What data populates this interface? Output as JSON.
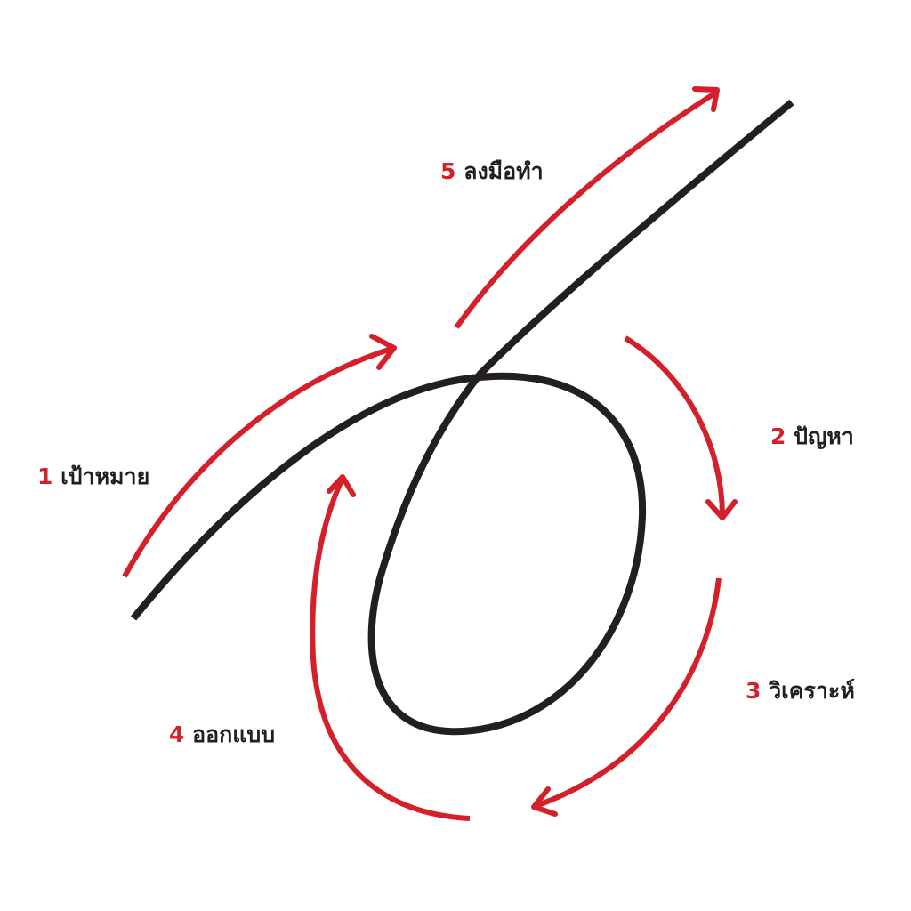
{
  "colors": {
    "arrow": "#d4202a",
    "path": "#231f20",
    "number": "#d4202a",
    "text": "#231f20",
    "background": "#ffffff"
  },
  "steps": [
    {
      "number": "1",
      "label": "เป้าหมาย"
    },
    {
      "number": "2",
      "label": "ปัญหา"
    },
    {
      "number": "3",
      "label": "วิเคราะห์"
    },
    {
      "number": "4",
      "label": "ออกแบบ"
    },
    {
      "number": "5",
      "label": "ลงมือทำ"
    }
  ]
}
